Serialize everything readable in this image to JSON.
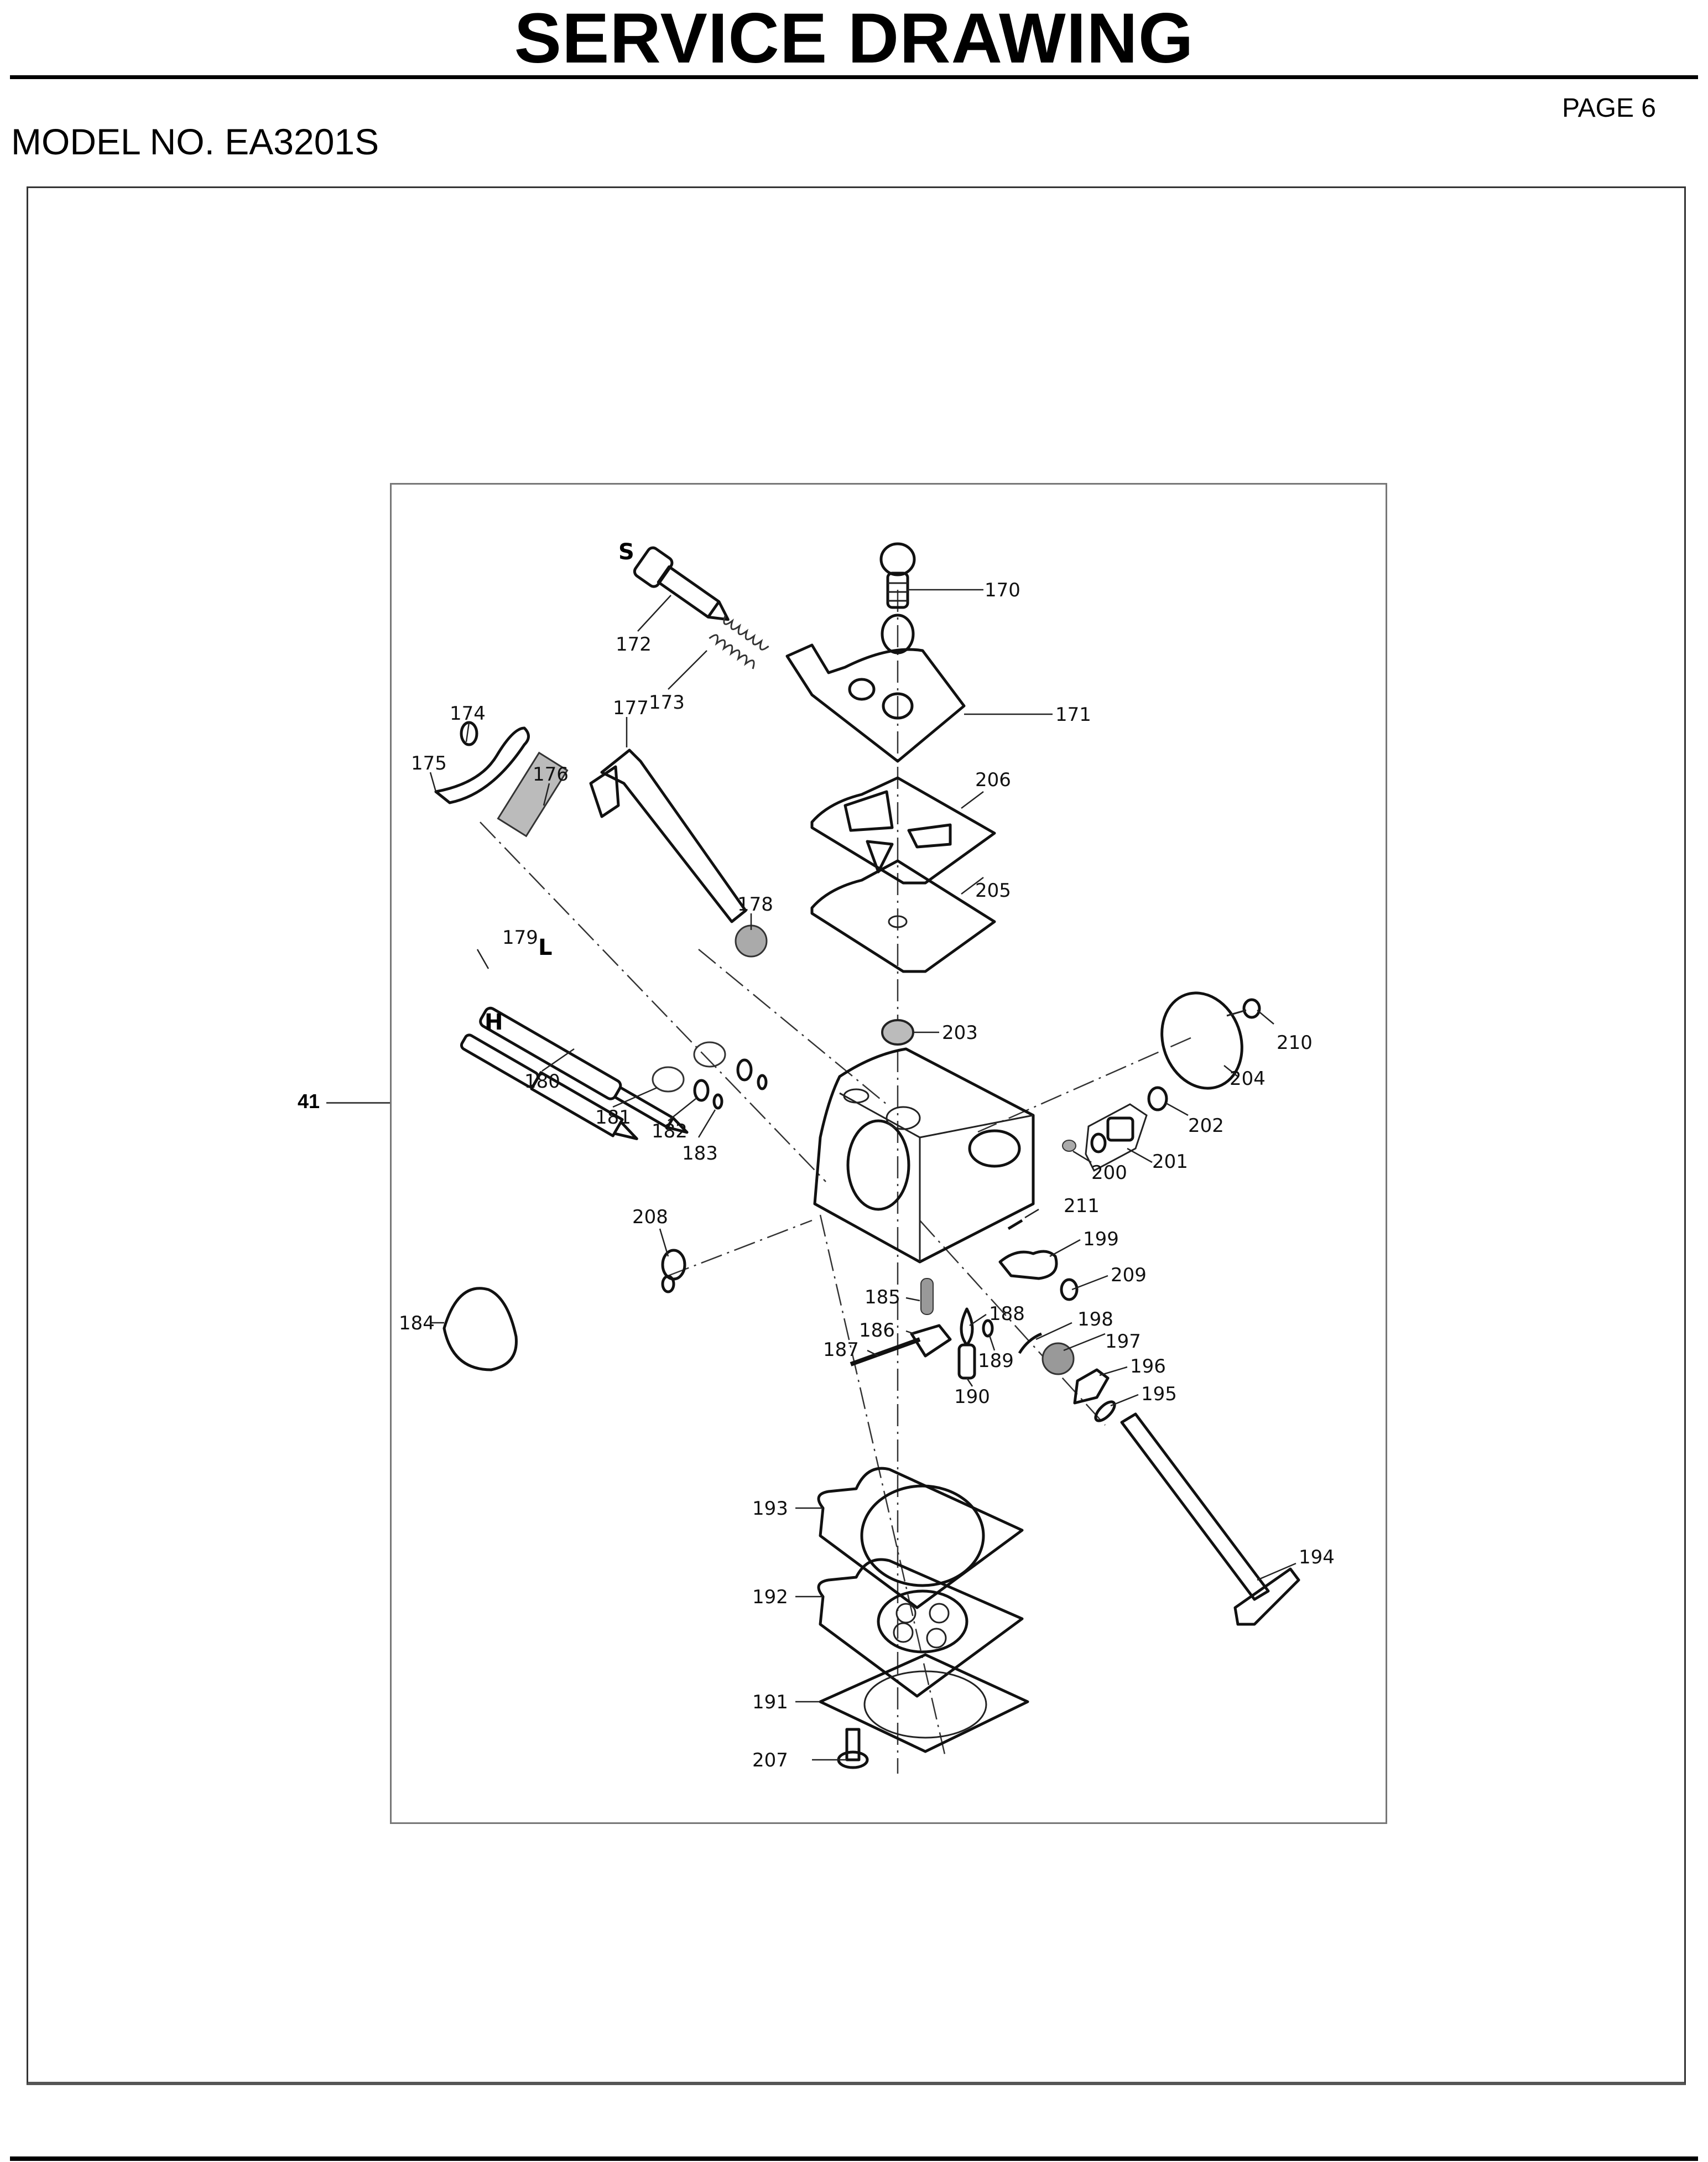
{
  "header": {
    "title": "SERVICE DRAWING",
    "page": "PAGE 6",
    "model": "MODEL NO. EA3201S"
  },
  "group": {
    "callout": "41"
  },
  "diagram": {
    "subject": "carburetor exploded view",
    "letter_labels": [
      {
        "id": "S",
        "text": "S"
      },
      {
        "id": "L",
        "text": "L"
      },
      {
        "id": "H",
        "text": "H"
      }
    ],
    "parts": [
      {
        "n": "170"
      },
      {
        "n": "171"
      },
      {
        "n": "172"
      },
      {
        "n": "173"
      },
      {
        "n": "174"
      },
      {
        "n": "175"
      },
      {
        "n": "176"
      },
      {
        "n": "177"
      },
      {
        "n": "178"
      },
      {
        "n": "179"
      },
      {
        "n": "180"
      },
      {
        "n": "181"
      },
      {
        "n": "182"
      },
      {
        "n": "183"
      },
      {
        "n": "184"
      },
      {
        "n": "185"
      },
      {
        "n": "186"
      },
      {
        "n": "187"
      },
      {
        "n": "188"
      },
      {
        "n": "189"
      },
      {
        "n": "190"
      },
      {
        "n": "191"
      },
      {
        "n": "192"
      },
      {
        "n": "193"
      },
      {
        "n": "194"
      },
      {
        "n": "195"
      },
      {
        "n": "196"
      },
      {
        "n": "197"
      },
      {
        "n": "198"
      },
      {
        "n": "199"
      },
      {
        "n": "200"
      },
      {
        "n": "201"
      },
      {
        "n": "202"
      },
      {
        "n": "203"
      },
      {
        "n": "204"
      },
      {
        "n": "205"
      },
      {
        "n": "206"
      },
      {
        "n": "207"
      },
      {
        "n": "208"
      },
      {
        "n": "209"
      },
      {
        "n": "210"
      },
      {
        "n": "211"
      }
    ]
  }
}
